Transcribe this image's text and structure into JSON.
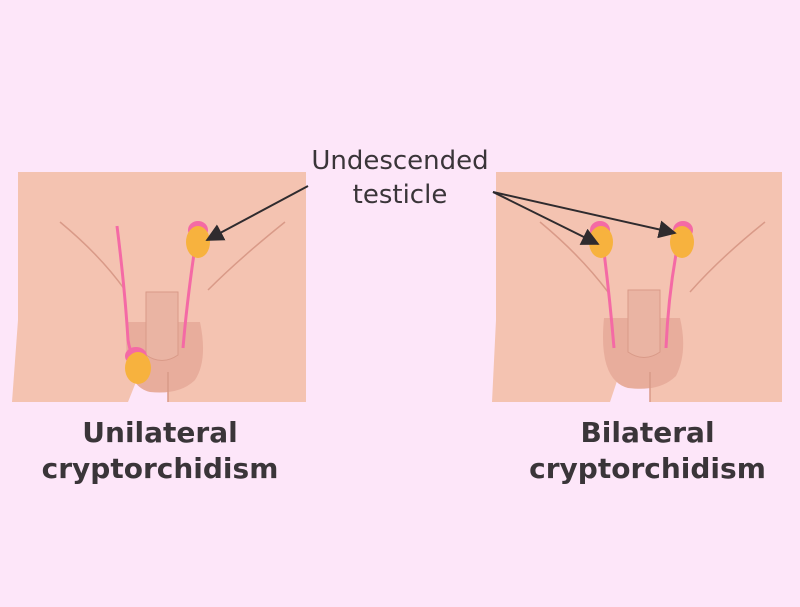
{
  "callout": {
    "line1": "Undescended",
    "line2": "testicle"
  },
  "panels": {
    "left": {
      "line1": "Unilateral",
      "line2": "cryptorchidism"
    },
    "right": {
      "line1": "Bilateral",
      "line2": "cryptorchidism"
    }
  },
  "colors": {
    "background": "#fde6f9",
    "skin": "#f4c3b1",
    "skin_shadow": "#e8ad9c",
    "testicle": "#f7b23e",
    "vas": "#f46aa5",
    "text": "#3a3539"
  }
}
